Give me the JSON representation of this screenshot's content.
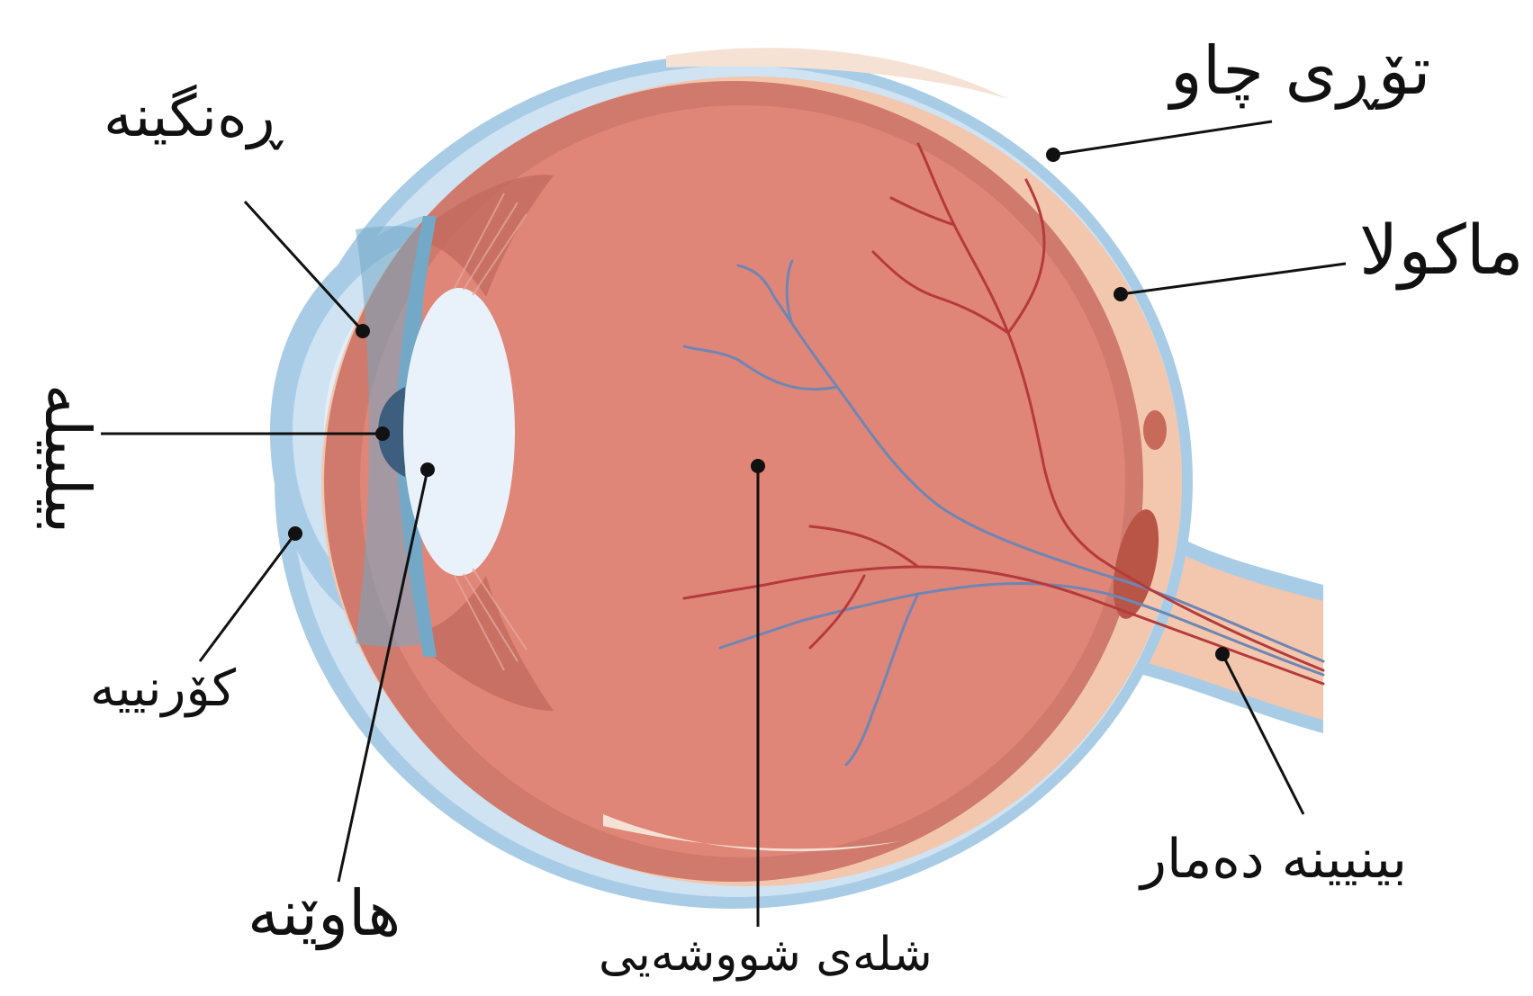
{
  "labels": {
    "retina": "تۆڕی چاو",
    "macula": "ماکولا",
    "iris": "ڕەنگینە",
    "pupil": "بیلبیلە",
    "cornea": "کۆرنییە",
    "lens": "هاوێنە",
    "vitreous": "شلەی شووشەیی",
    "optic_nerve": "بینیینە دەمار"
  },
  "colors": {
    "background": "#ffffff",
    "outer_sclera": "#cfe3f2",
    "outer_sclera_edge": "#a9cce6",
    "choroid": "#cf7a6c",
    "vitreous": "#e08678",
    "retina_layer": "#f2c7ad",
    "lens": "#e9f2fb",
    "iris": "#73a9c6",
    "pupil": "#3d5e7f",
    "vein": "#6f86b4",
    "artery": "#b53a3c",
    "optic_disc": "#b85546",
    "leader_line": "#111111"
  }
}
